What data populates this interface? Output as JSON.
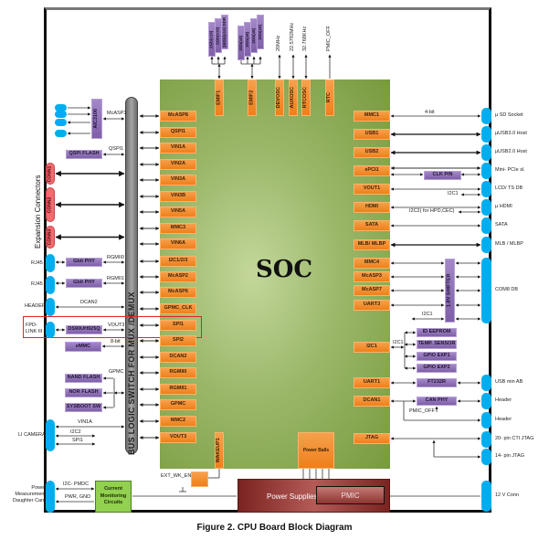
{
  "caption": "Figure 2. CPU Board Block Diagram",
  "soc": {
    "label": "SOC",
    "left_pins": [
      "McASP8",
      "QSPI1",
      "VIN1A",
      "VIN2A",
      "VIN3A",
      "VIN3B",
      "VIN5A",
      "MMC3",
      "VIN6A",
      "I2C1/2/3",
      "McASP2",
      "McASP6",
      "GPMC_CLK",
      "SPI1",
      "SPI2",
      "DCAN2",
      "RGMII0",
      "RGMII1",
      "GPMC",
      "MMC2",
      "VOUT3"
    ],
    "right_pins": [
      "MMC1",
      "USB1",
      "USB2",
      "ePCI1",
      "VOUT1",
      "HDMI",
      "SATA",
      "MLB/ MLBP",
      "MMC4",
      "McASP3",
      "McASP7",
      "UART3",
      "I2C1",
      "UART1",
      "DCAN1",
      "JTAG"
    ],
    "top_pins": [
      "EMIF1",
      "EMIF2",
      "DEVOSC",
      "AUXOSC",
      "RTCOSC",
      "RTC"
    ],
    "power_balls": "Power Balls",
    "wakeup": "WAKEUP1"
  },
  "memory": {
    "emif1_chips": [
      "2Gb(x16)",
      "2Gb(x16)",
      "16Gb(x16) DDR"
    ],
    "emif2_chips": [
      "2Gb(x8)",
      "2Gb(x8)",
      "2Gb(x8)",
      "2Gb(x8)"
    ]
  },
  "clock_labels": [
    "20MHz",
    "22.5792MHz",
    "32.768KHz",
    "PMIC_OFF"
  ],
  "bus_switch": "BUS LOGIC SWITCH FOR MUX /DEMUX",
  "left": {
    "expansion_title": "Expansion Connectors",
    "expansion": [
      "CONN1",
      "CONN2",
      "CONN3"
    ],
    "audio_codec": "AIC3106",
    "qspi_flash": "QSPI FLASH",
    "gbit_phy": [
      "Gbit PHY",
      "Gbit PHY"
    ],
    "serializer": "DS90UH925Q",
    "emmc": "eMMC",
    "gpmc_devices": [
      "NAND FLASH",
      "NOR FLASH",
      "SYSBOOT SW"
    ],
    "connectors": [
      "RJ45",
      "RJ45",
      "HEADER",
      "FPD-LINK III",
      "LI CAMERA",
      "Power Measurement Daughter Card"
    ],
    "signals": {
      "mcasp": "McASP3",
      "qspi": "QSPI1",
      "rgmii0": "RGMII0",
      "rgmii1": "RGMII1",
      "dcan": "DCAN2",
      "vout": "VOUT3",
      "emmc": "8-bit",
      "gpmc": "GPMC",
      "vin": "VIN1A",
      "i2c": "I2C2",
      "spi": "SPI1",
      "pmdc": "I2C- PMDC",
      "pwr": "PWR, GND",
      "ext": "EXT_WK_EN"
    },
    "current_monitor": "Current Monitoring Circuits"
  },
  "right": {
    "connectors": [
      "µ SD Socket",
      "µUSB3.0 Host",
      "µUSB2.0 Host",
      "Mini- PCIe sl.",
      "LCD/ TS DB",
      "µ HDMI",
      "SATA",
      "MLB / MLBP",
      "COM8 DB",
      "USB min AB",
      "Header",
      "Header",
      "20- pin CTI JTAG",
      "14- pin JTAG",
      "12 V Conn"
    ],
    "clk": "CLK P/N",
    "shifter": "1.8V SHIFTER",
    "i2c_devices": [
      "ID EEPROM",
      "TEMP. SENSOR",
      "GPIO EXP1",
      "GPIO EXP2"
    ],
    "ft232": "FT232R",
    "can_phy": "CAN PHY",
    "signals": {
      "mmc": "4-bit",
      "lcd_i2c": "I2C1",
      "hdmi_i2c": "I2C2( for HPD,CEC)",
      "shifter_i2c": "I2C1",
      "i2c1": "I2C1",
      "pmic_off": "PMIC_OFF"
    }
  },
  "power": {
    "supplies": "Power Supplies",
    "pmic": "PMIC"
  },
  "colors": {
    "soc": "#8aab55",
    "pin": "#f28c28",
    "chip": "#8e70b8",
    "connector": "#00aeef",
    "expansion": "#f36a6f",
    "highlight": "#e8202a",
    "power": "#8e3531",
    "monitor": "#92d050"
  }
}
